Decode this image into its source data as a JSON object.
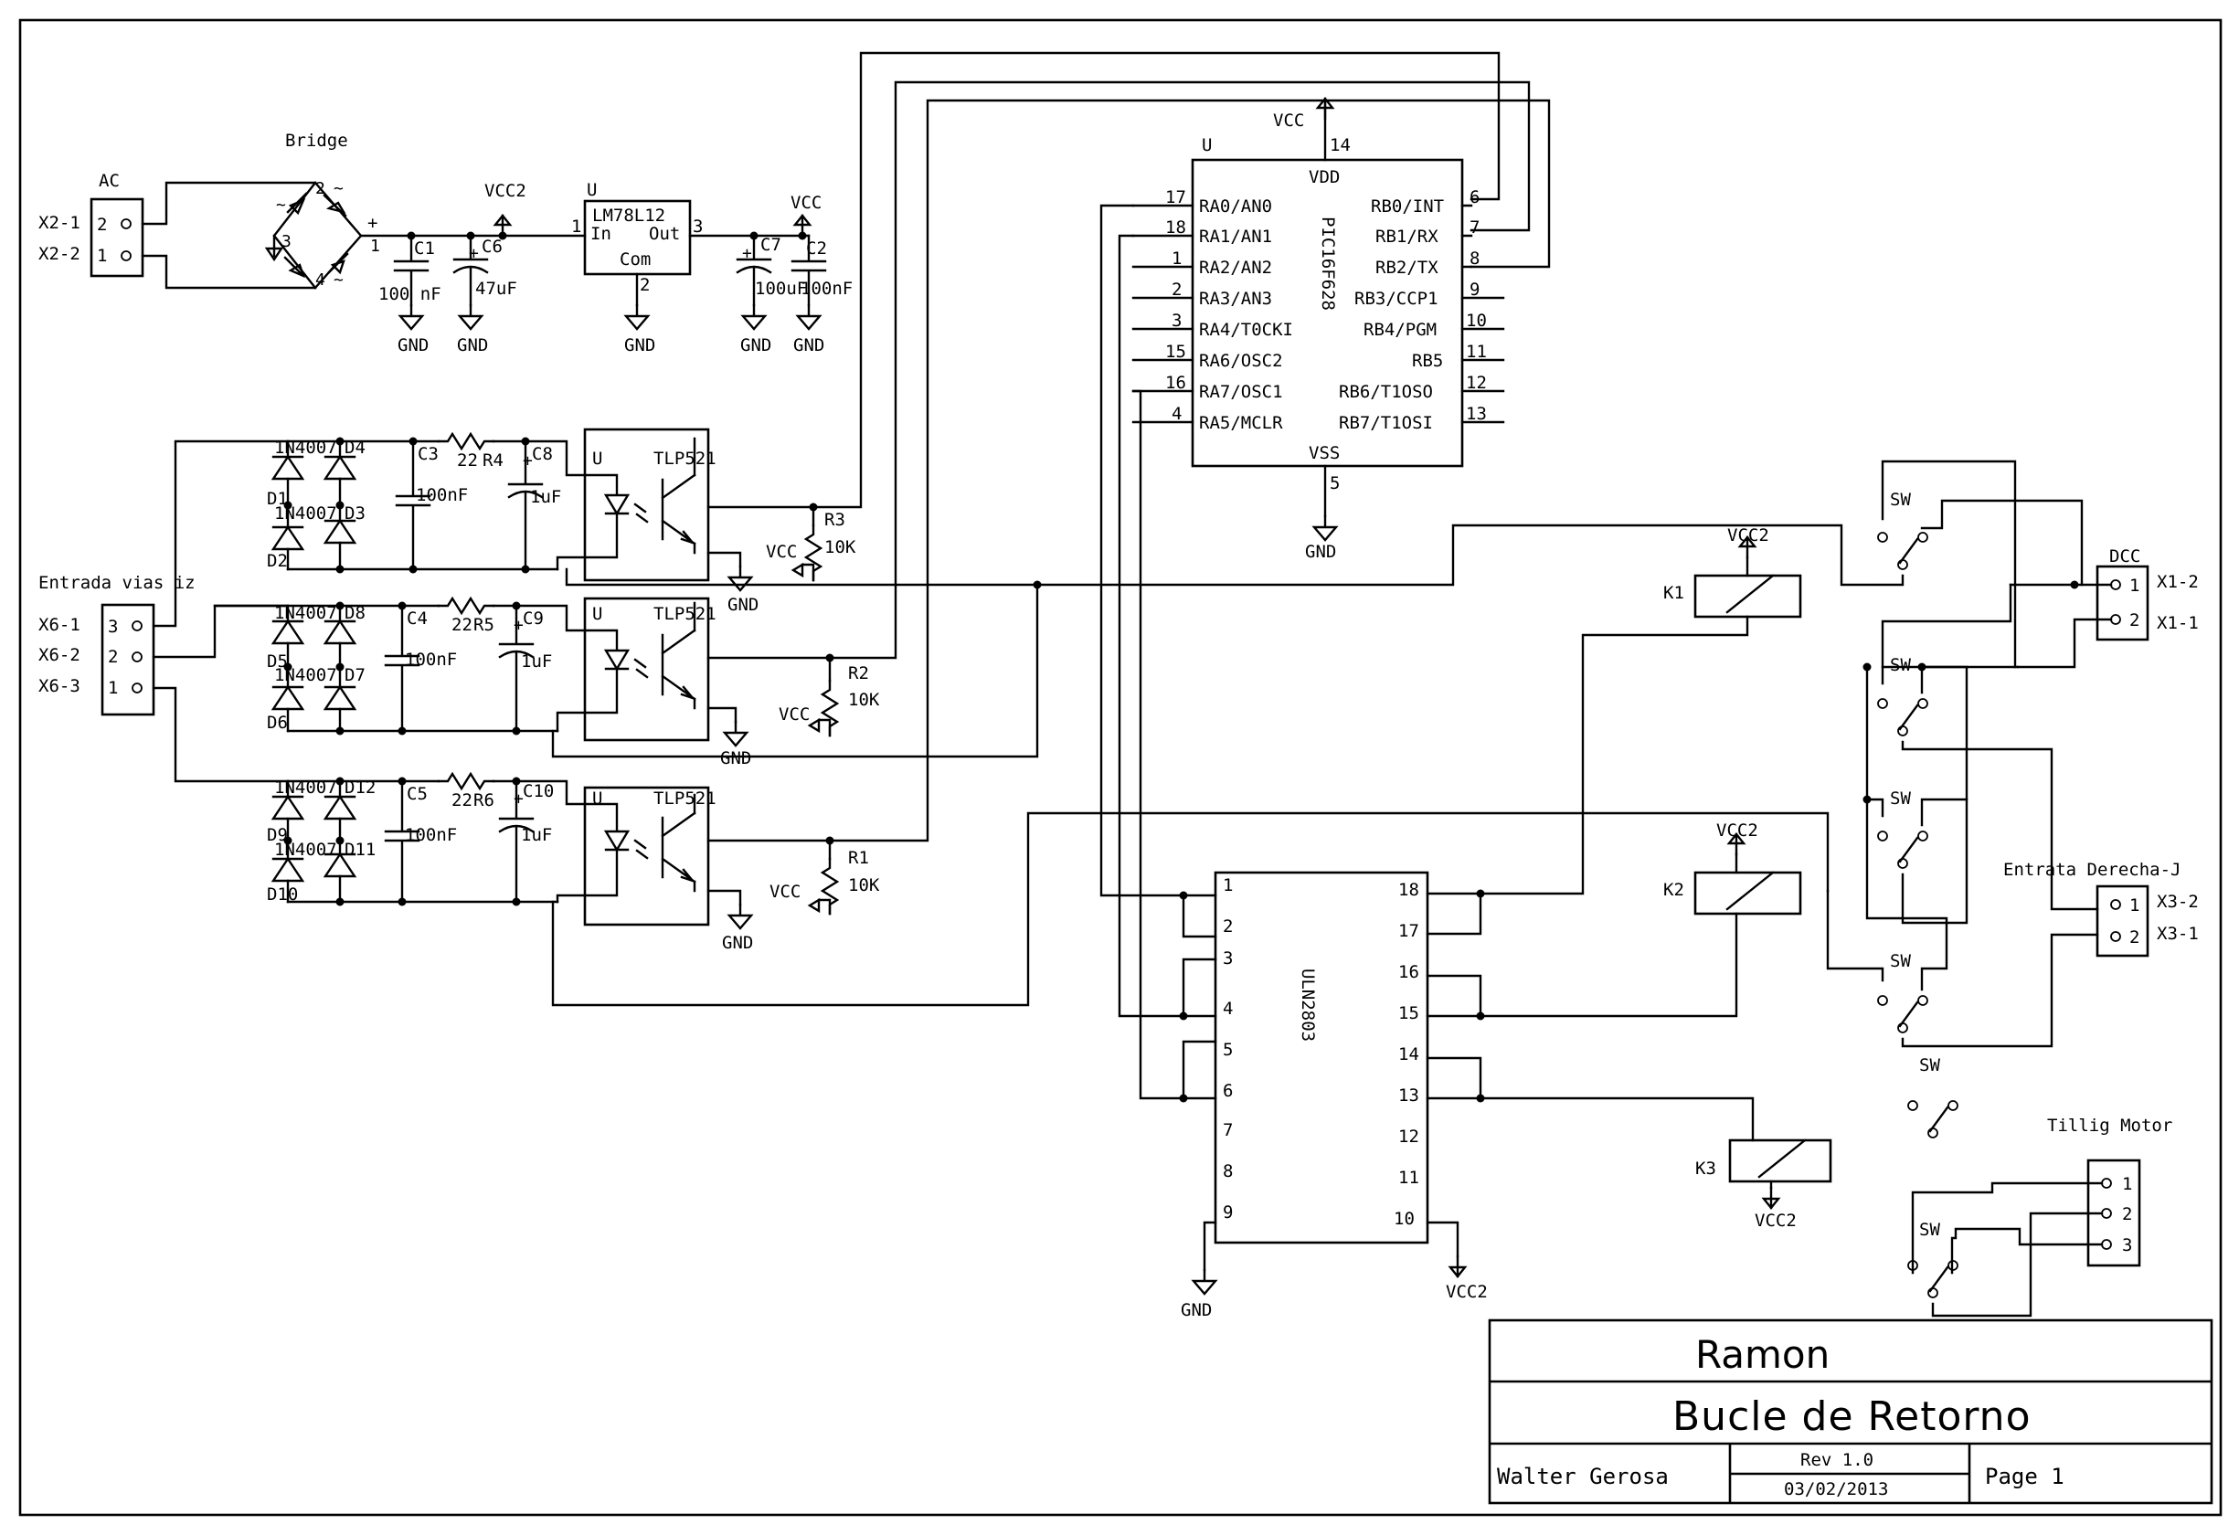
{
  "title_block": {
    "owner": "Ramon",
    "title": "Bucle de Retorno",
    "author": "Walter Gerosa",
    "rev": "Rev 1.0",
    "date": "03/02/2013",
    "page": "Page 1"
  },
  "connectors": {
    "ac": {
      "label": "AC",
      "pins": [
        "X2-1",
        "X2-2"
      ],
      "nums": [
        "2",
        "1"
      ]
    },
    "entrada": {
      "label": "Entrada vias iz",
      "pins": [
        "X6-1",
        "X6-2",
        "X6-3"
      ],
      "nums": [
        "3",
        "2",
        "1"
      ]
    },
    "dcc": {
      "label": "DCC",
      "pins": [
        "X1-2",
        "X1-1"
      ],
      "nums": [
        "1",
        "2"
      ]
    },
    "derecha": {
      "label": "Entrata Derecha-J",
      "pins": [
        "X3-2",
        "X3-1"
      ],
      "nums": [
        "1",
        "2"
      ]
    },
    "tillig": {
      "label": "Tillig Motor",
      "nums": [
        "1",
        "2",
        "3"
      ]
    }
  },
  "power": {
    "bridge_label": "Bridge",
    "bridge_pins": [
      "2",
      "3",
      "1",
      "4",
      "~",
      "~",
      "+",
      "~"
    ],
    "regulator": {
      "ref": "U",
      "name": "LM78L12",
      "in": "In",
      "out": "Out",
      "com": "Com",
      "pin_in": "1",
      "pin_out": "3",
      "pin_com": "2"
    },
    "c1": {
      "ref": "C1",
      "value": "100 nF"
    },
    "c6": {
      "ref": "C6",
      "value": "47uF"
    },
    "c7": {
      "ref": "C7",
      "value": "100uF"
    },
    "c2": {
      "ref": "C2",
      "value": "100nF"
    },
    "vcc2": "VCC2",
    "vcc": "VCC",
    "gnd": "GND"
  },
  "pic": {
    "ref": "U",
    "name": "PIC16F628",
    "vdd": "VDD",
    "vss": "VSS",
    "vdd_pin": "14",
    "vss_pin": "5",
    "left_pins": [
      {
        "num": "17",
        "name": "RA0/AN0"
      },
      {
        "num": "18",
        "name": "RA1/AN1"
      },
      {
        "num": "1",
        "name": "RA2/AN2"
      },
      {
        "num": "2",
        "name": "RA3/AN3"
      },
      {
        "num": "3",
        "name": "RA4/T0CKI"
      },
      {
        "num": "15",
        "name": "RA6/OSC2"
      },
      {
        "num": "16",
        "name": "RA7/OSC1"
      },
      {
        "num": "4",
        "name": "RA5/MCLR"
      }
    ],
    "right_pins": [
      {
        "num": "6",
        "name": "RB0/INT"
      },
      {
        "num": "7",
        "name": "RB1/RX"
      },
      {
        "num": "8",
        "name": "RB2/TX"
      },
      {
        "num": "9",
        "name": "RB3/CCP1"
      },
      {
        "num": "10",
        "name": "RB4/PGM"
      },
      {
        "num": "11",
        "name": "RB5"
      },
      {
        "num": "12",
        "name": "RB6/T1OSO"
      },
      {
        "num": "13",
        "name": "RB7/T1OSI"
      }
    ]
  },
  "uln": {
    "name": "ULN2803",
    "left_pins": [
      "1",
      "2",
      "3",
      "4",
      "5",
      "6",
      "7",
      "8",
      "9"
    ],
    "right_pins": [
      "18",
      "17",
      "16",
      "15",
      "14",
      "13",
      "12",
      "11",
      "10"
    ]
  },
  "input_stages": [
    {
      "diodes": [
        {
          "name": "1N4007",
          "ref": "D4"
        },
        {
          "name": "1N4007",
          "ref": "D3"
        }
      ],
      "diode_refs_left": [
        "D1",
        "D2"
      ],
      "cap": {
        "ref": "C3",
        "value": "100nF"
      },
      "res": {
        "value": "22",
        "ref": "R4"
      },
      "ecap": {
        "ref": "C8",
        "value": "1uF"
      },
      "opto": {
        "ref": "U",
        "name": "TLP521"
      },
      "pullup": {
        "ref": "R3",
        "value": "10K"
      }
    },
    {
      "diodes": [
        {
          "name": "1N4007",
          "ref": "D8"
        },
        {
          "name": "1N4007",
          "ref": "D7"
        }
      ],
      "diode_refs_left": [
        "D5",
        "D6"
      ],
      "cap": {
        "ref": "C4",
        "value": "100nF"
      },
      "res": {
        "value": "22",
        "ref": "R5"
      },
      "ecap": {
        "ref": "C9",
        "value": "1uF"
      },
      "opto": {
        "ref": "U",
        "name": "TLP521"
      },
      "pullup": {
        "ref": "R2",
        "value": "10K"
      }
    },
    {
      "diodes": [
        {
          "name": "1N4007",
          "ref": "D12"
        },
        {
          "name": "1N4007",
          "ref": "D11"
        }
      ],
      "diode_refs_left": [
        "D9",
        "D10"
      ],
      "cap": {
        "ref": "C5",
        "value": "100nF"
      },
      "res": {
        "value": "22",
        "ref": "R6"
      },
      "ecap": {
        "ref": "C10",
        "value": "1uF"
      },
      "opto": {
        "ref": "U",
        "name": "TLP521"
      },
      "pullup": {
        "ref": "R1",
        "value": "10K"
      }
    }
  ],
  "relays": [
    {
      "ref": "K1",
      "supply": "VCC2"
    },
    {
      "ref": "K2",
      "supply": "VCC2"
    },
    {
      "ref": "K3",
      "supply": "VCC2"
    }
  ],
  "switch_label": "SW",
  "plus": "+"
}
